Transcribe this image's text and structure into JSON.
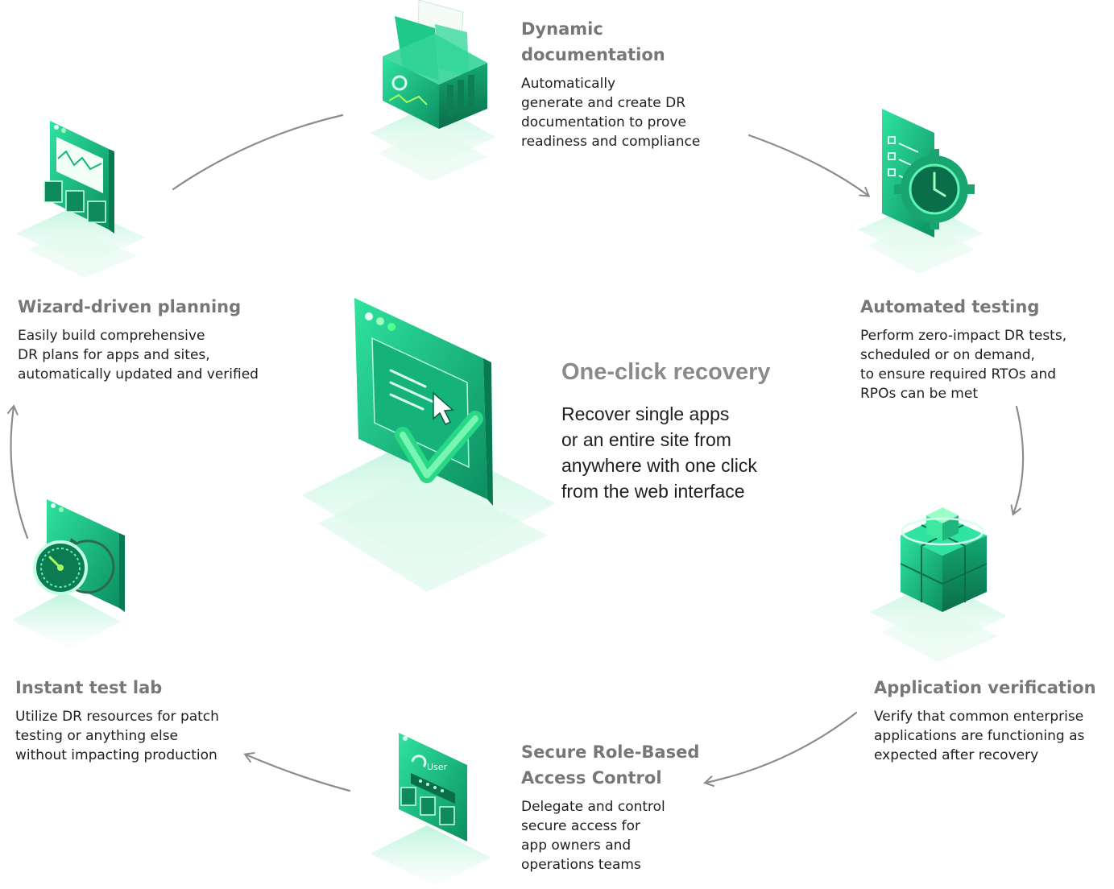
{
  "center": {
    "title": "One-click recovery",
    "description": "Recover single apps\nor an entire site from\nanywhere with one click\nfrom the web interface"
  },
  "features": {
    "dynamic_documentation": {
      "title": "Dynamic\ndocumentation",
      "description": "Automatically\ngenerate and create DR\ndocumentation to prove\nreadiness and compliance"
    },
    "automated_testing": {
      "title": "Automated testing",
      "description": "Perform zero-impact DR tests,\nscheduled or on demand,\nto ensure required RTOs and\nRPOs can be met"
    },
    "application_verification": {
      "title": "Application verification",
      "description": "Verify that common enterprise\napplications are functioning as\nexpected after recovery"
    },
    "secure_rbac": {
      "title": "Secure Role-Based\nAccess Control",
      "description": "Delegate and control\nsecure access for\napp owners and\noperations teams",
      "icon_label": "User"
    },
    "instant_test_lab": {
      "title": "Instant test lab",
      "description": "Utilize DR resources for patch\ntesting or anything else\nwithout impacting production"
    },
    "wizard_planning": {
      "title": "Wizard-driven planning",
      "description": "Easily build comprehensive\nDR plans for apps and sites,\nautomatically updated and verified"
    }
  },
  "colors": {
    "accent_green": "#1ec98a",
    "dark_green": "#0f8a5f",
    "light_green": "#b9f3da",
    "title_gray": "#777777",
    "arrow_gray": "#8c8c8c"
  },
  "icons": [
    "documents-box-icon",
    "checklist-gear-clock-icon",
    "cube-refresh-icon",
    "user-login-icon",
    "speedometer-window-icon",
    "chart-window-icon",
    "click-window-check-icon"
  ]
}
